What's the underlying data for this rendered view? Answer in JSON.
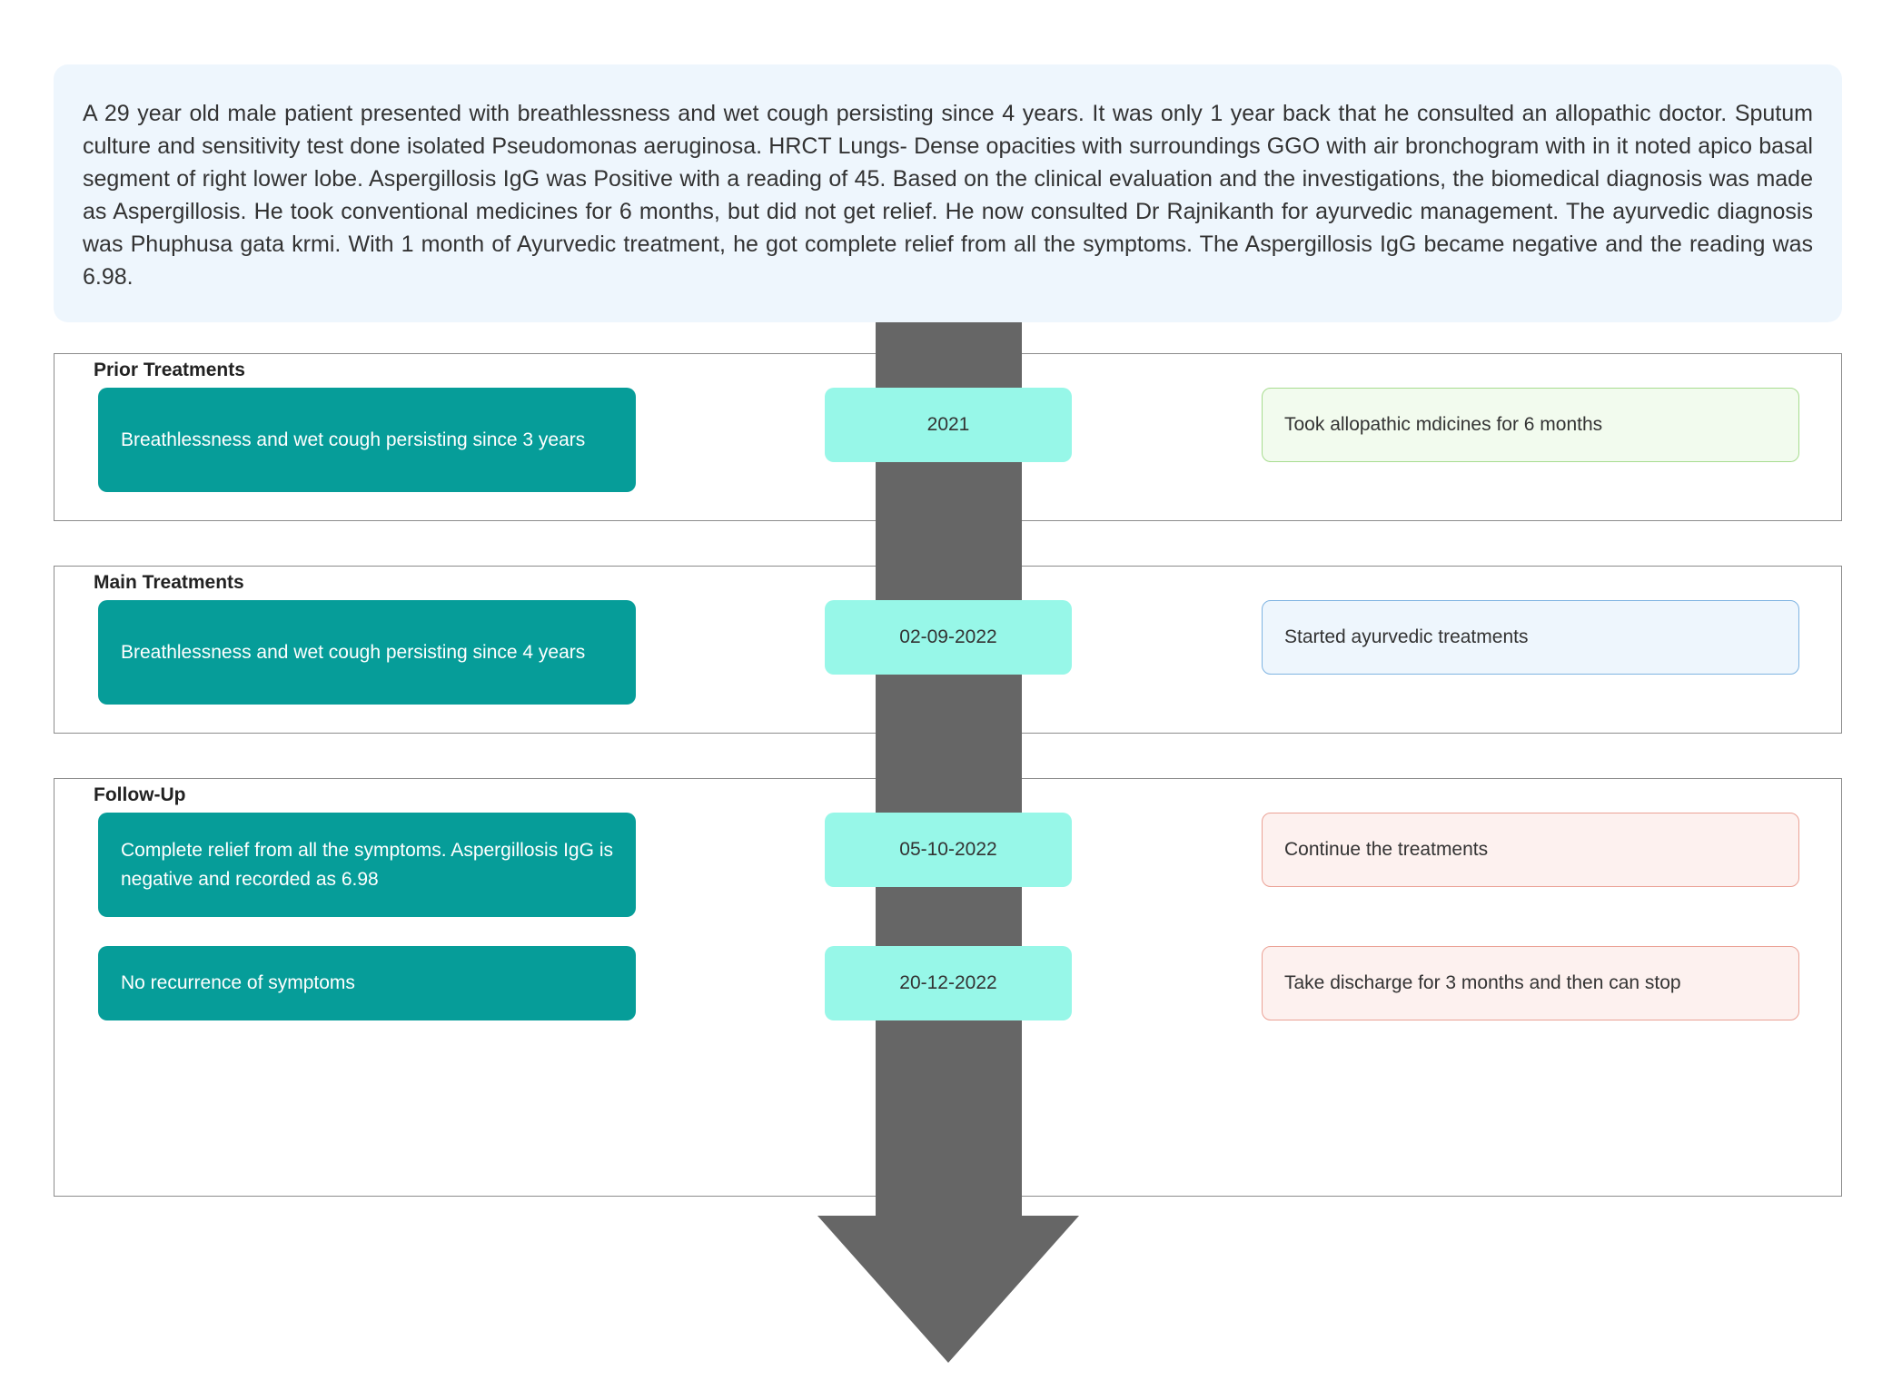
{
  "summary": "A 29 year old male patient presented with breathlessness and wet cough persisting since 4 years. It was only 1 year back that he consulted an allopathic doctor. Sputum culture and sensitivity test done isolated Pseudomonas aeruginosa. HRCT Lungs- Dense opacities with surroundings GGO with air bronchogram with in it noted apico basal segment of right lower lobe. Aspergillosis IgG was Positive with a reading of 45. Based on the clinical evaluation and the investigations, the biomedical diagnosis was made as Aspergillosis. He took conventional medicines for 6 months, but did not get relief. He now consulted Dr Rajnikanth for ayurvedic management. The ayurvedic diagnosis was Phuphusa gata krmi. With 1 month of Ayurvedic treatment, he got complete relief from all the symptoms. The Aspergillosis IgG became negative and the reading was 6.98.",
  "sections": [
    {
      "title": "Prior Treatments",
      "events": [
        {
          "condition": "Breathlessness and wet cough persisting since 3 years",
          "date": "2021",
          "action": "Took allopathic mdicines for 6 months"
        }
      ]
    },
    {
      "title": "Main Treatments",
      "events": [
        {
          "condition": "Breathlessness and wet cough persisting since 4 years",
          "date": "02-09-2022",
          "action": "Started ayurvedic treatments"
        }
      ]
    },
    {
      "title": "Follow-Up",
      "events": [
        {
          "condition": "Complete relief from all the symptoms. Aspergillosis IgG is negative and recorded as 6.98",
          "date": "05-10-2022",
          "action": "Continue the treatments"
        },
        {
          "condition": "No recurrence of symptoms",
          "date": "20-12-2022",
          "action": "Take discharge for 3 months and then can stop"
        }
      ]
    }
  ],
  "colors": {
    "condition_box": "#069d99",
    "date_box": "#97f7e8",
    "arrow": "#666666",
    "prior_action": "#f2fbee",
    "main_action": "#eef6fd",
    "followup_action": "#fdf1ef"
  }
}
